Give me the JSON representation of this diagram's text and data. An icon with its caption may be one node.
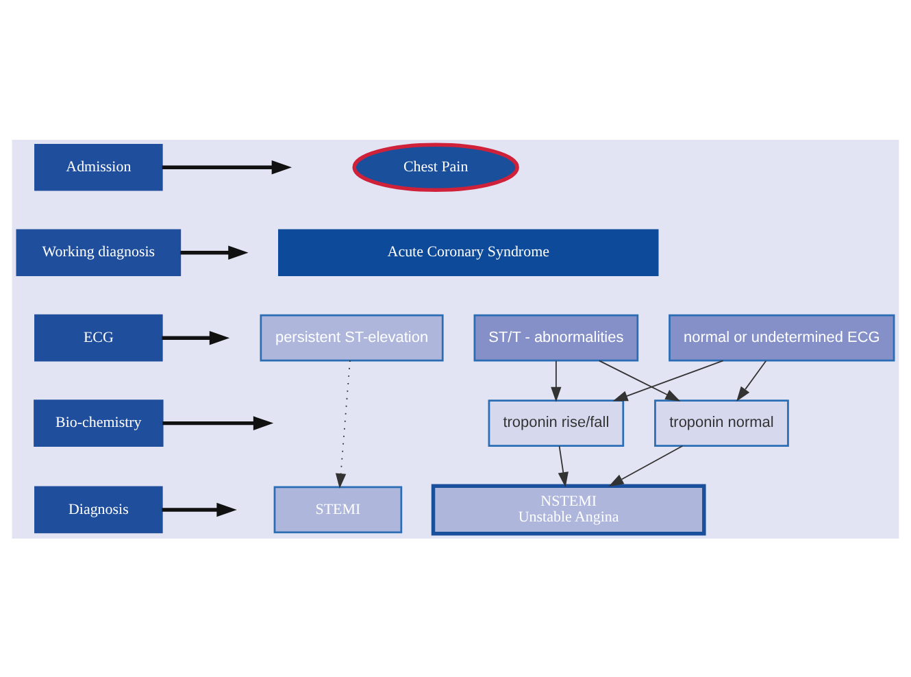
{
  "diagram": {
    "nodes": [
      {
        "text": [
          "Admission"
        ]
      },
      {
        "text": [
          "Working diagnosis"
        ]
      },
      {
        "text": [
          "ECG"
        ]
      },
      {
        "text": [
          "Bio-chemistry"
        ]
      },
      {
        "text": [
          "Diagnosis"
        ]
      },
      {
        "text": [
          "Chest Pain"
        ]
      },
      {
        "text": [
          "Acute Coronary Syndrome"
        ]
      },
      {
        "text": [
          "persistent ST-elevation"
        ]
      },
      {
        "text": [
          "ST/T - abnormalities"
        ]
      },
      {
        "text": [
          "normal or undetermined ECG"
        ]
      },
      {
        "text": [
          "troponin rise/fall"
        ]
      },
      {
        "text": [
          "troponin normal"
        ]
      },
      {
        "text": [
          "STEMI"
        ]
      },
      {
        "text": [
          "NSTEMI",
          "Unstable Angina"
        ]
      }
    ],
    "edges": [
      {
        "from": 0,
        "to": null,
        "arrow": "to",
        "style": "thick"
      },
      {
        "from": 1,
        "to": null,
        "arrow": "to",
        "style": "thick"
      },
      {
        "from": 2,
        "to": null,
        "arrow": "to",
        "style": "thick"
      },
      {
        "from": 3,
        "to": null,
        "arrow": "to",
        "style": "thick"
      },
      {
        "from": 4,
        "to": null,
        "arrow": "to",
        "style": "thick"
      },
      {
        "from": 7,
        "to": 12,
        "arrow": "to",
        "style": "dashed"
      },
      {
        "from": 8,
        "to": 10,
        "arrow": "to"
      },
      {
        "from": 8,
        "to": 11,
        "arrow": "to"
      },
      {
        "from": 9,
        "to": 10,
        "arrow": "to"
      },
      {
        "from": 9,
        "to": 11,
        "arrow": "to"
      },
      {
        "from": 10,
        "to": 13,
        "arrow": "to"
      },
      {
        "from": 11,
        "to": 13,
        "arrow": "to"
      }
    ]
  }
}
